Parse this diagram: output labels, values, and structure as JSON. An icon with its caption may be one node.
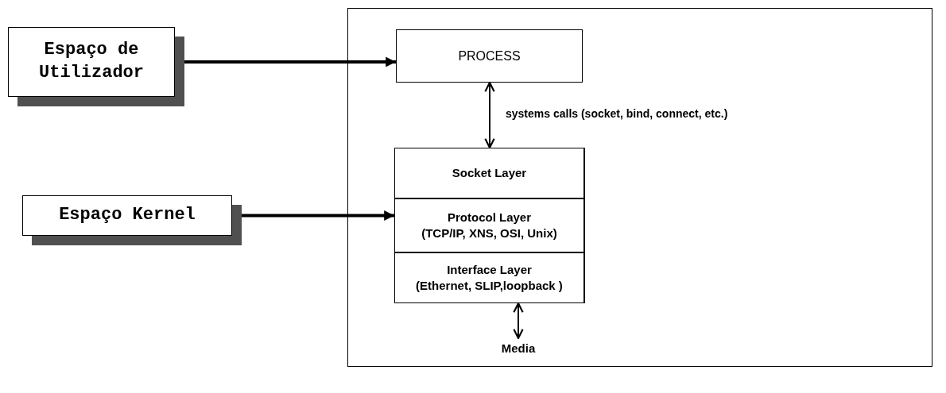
{
  "diagram": {
    "nodes": [
      {
        "text": [
          "Espaço de Utilizador"
        ]
      },
      {
        "text": [
          "Espaço Kernel"
        ]
      },
      {
        "text": [],
        "shape": "box"
      },
      {
        "text": [
          "PROCESS"
        ],
        "in": 2
      },
      {
        "text": [
          "Socket Layer"
        ],
        "in": 2
      },
      {
        "text": [
          "Protocol Layer",
          "(TCP/IP, XNS, OSI, Unix)"
        ],
        "in": 2
      },
      {
        "text": [
          "Interface Layer",
          "(Ethernet, SLIP,loopback )"
        ],
        "in": 2
      },
      {
        "text": [
          "Media"
        ],
        "in": 2
      }
    ],
    "edges": [
      {
        "from": 0,
        "to": 3,
        "arrow": "to",
        "style": "thick"
      },
      {
        "from": 1,
        "to": 5,
        "arrow": "to",
        "style": "thick"
      },
      {
        "from": 3,
        "to": 4,
        "arrow": "both",
        "label": "systems calls (socket, bind, connect, etc.)"
      },
      {
        "from": 6,
        "to": 7,
        "arrow": "both"
      }
    ]
  }
}
